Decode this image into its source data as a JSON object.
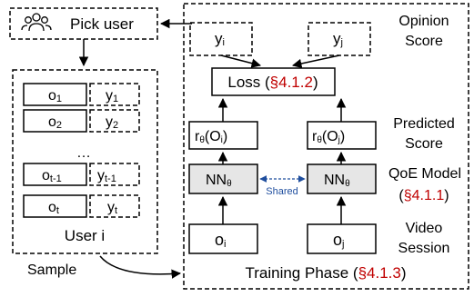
{
  "pick_user": {
    "label": "Pick user",
    "icon": "users-icon"
  },
  "user_panel": {
    "title": "User i",
    "rows": [
      {
        "o": "o",
        "o_sub": "1",
        "y": "y",
        "y_sub": "1"
      },
      {
        "o": "o",
        "o_sub": "2",
        "y": "y",
        "y_sub": "2"
      },
      {
        "o": "o",
        "o_sub": "t-1",
        "y": "y",
        "y_sub": "t-1"
      },
      {
        "o": "o",
        "o_sub": "t",
        "y": "y",
        "y_sub": "t"
      }
    ],
    "ellipsis": "…"
  },
  "sample_label": "Sample",
  "training": {
    "title_prefix": "Training Phase (",
    "title_ref": "§4.1.3",
    "title_suffix": ")",
    "y_i": {
      "base": "y",
      "sub": "i"
    },
    "y_j": {
      "base": "y",
      "sub": "j"
    },
    "loss_prefix": "Loss (",
    "loss_ref": "§4.1.2",
    "loss_suffix": ")",
    "r_i": {
      "base": "r",
      "sub": "θ",
      "arg": "(O",
      "arg_sub": "i",
      "close": ")"
    },
    "r_j": {
      "base": "r",
      "sub": "θ",
      "arg": "(O",
      "arg_sub": "j",
      "close": ")"
    },
    "nn_i": {
      "base": "NN",
      "sub": "θ"
    },
    "nn_j": {
      "base": "NN",
      "sub": "θ"
    },
    "shared": "Shared",
    "o_i": {
      "base": "o",
      "sub": "i"
    },
    "o_j": {
      "base": "o",
      "sub": "j"
    },
    "labels": {
      "opinion_1": "Opinion",
      "opinion_2": "Score",
      "predicted_1": "Predicted",
      "predicted_2": "Score",
      "qoe_1": "QoE Model",
      "qoe_ref_open": "(",
      "qoe_ref": "§4.1.1",
      "qoe_ref_close": ")",
      "video_1": "Video",
      "video_2": "Session"
    }
  },
  "colors": {
    "accent_red": "#c00000",
    "shared_blue": "#1f4e9e",
    "nn_fill": "#e6e6e6"
  }
}
